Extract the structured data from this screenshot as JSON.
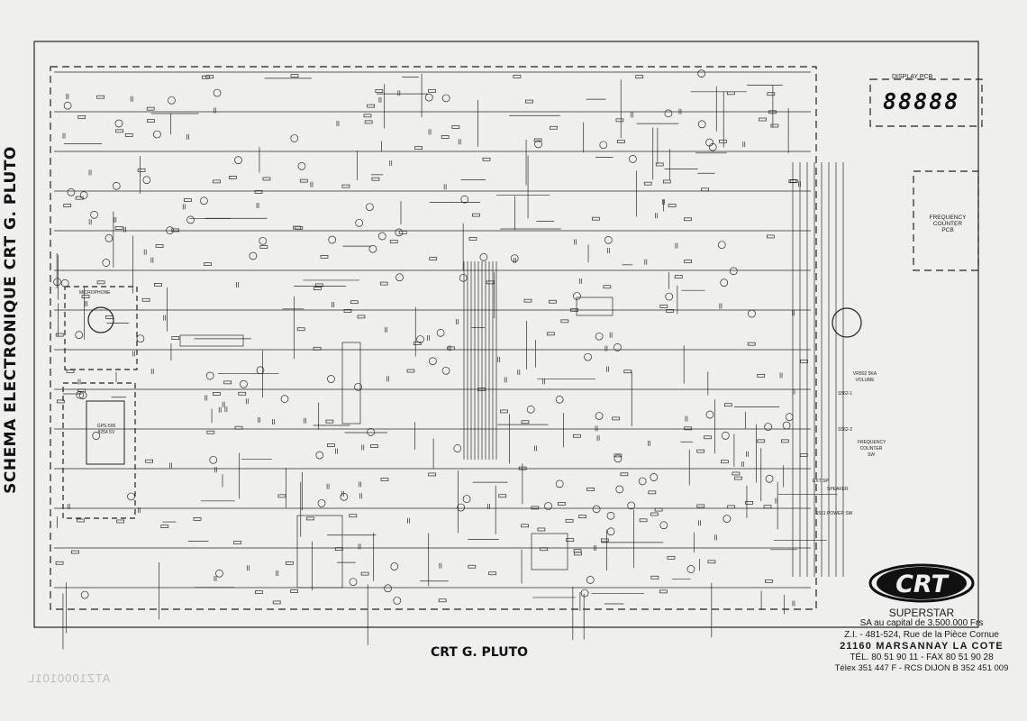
{
  "document": {
    "side_title": "SCHEMA ELECTRONIQUE CRT G. PLUTO",
    "bottom_title": "CRT G. PLUTO",
    "watermark": "ATZ1000101L"
  },
  "display_pcb": {
    "label": "DISPLAY PCB",
    "digits": "88888"
  },
  "frequency_counter_pcb": {
    "label": "FREQUENCY COUNTER PCB"
  },
  "microphone": {
    "label": "MICROPHONE"
  },
  "labels": {
    "volume": "VR502 5KA VOLUME",
    "s562_1": "S562-1",
    "s562_2": "S562-2",
    "freq_counter_sw": "FREQUENCY COUNTER SW",
    "ext_sp": "EXT SP",
    "speaker": "SPEAKER",
    "power_sw": "S561 POWER SW",
    "ic_gps": "GPS-500 8254 5V"
  },
  "company": {
    "logo_text": "CRT",
    "name": "SUPERSTAR",
    "capital": "SA au capital de 3.500.000 Frs",
    "address": "Z.I.  - 481-524, Rue de la Pièce Cornue",
    "city": "21160 MARSANNAY LA COTE",
    "phone": "TÉL. 80 51 90 11 - FAX 80 51 90 28",
    "registry": "Télex 351 447 F - RCS DIJON B 352 451 009"
  },
  "colors": {
    "paper": "#efefed",
    "ink": "#1a1a1a"
  }
}
